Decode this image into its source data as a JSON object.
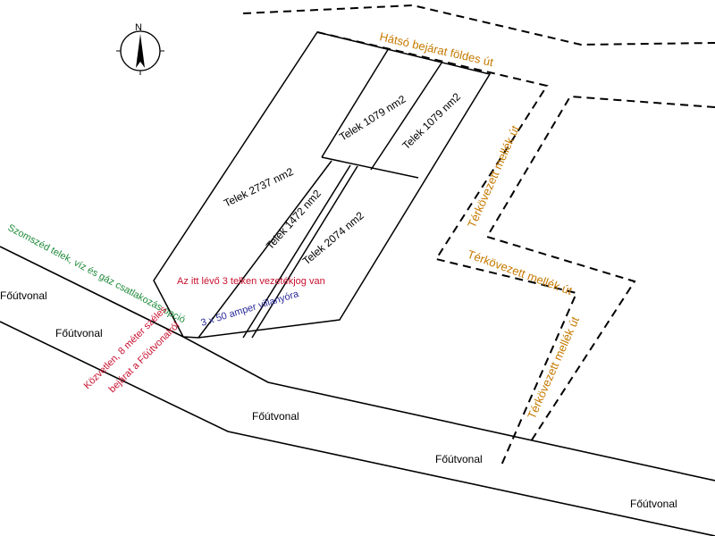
{
  "compass": {
    "north_letter": "N"
  },
  "roads": {
    "main": [
      "Főútvonal",
      "Főútvonal",
      "Főútvonal",
      "Főútvonal",
      "Főútvonal"
    ],
    "back_entrance": "Hátsó bejárat földes út",
    "side_roads": [
      "Térkövezett mellék út",
      "Térkövezett mellék út",
      "Térkövezett mellék út"
    ]
  },
  "plots": [
    {
      "label": "Telek 2737 nm2"
    },
    {
      "label": "Telek 1079 nm2"
    },
    {
      "label": "Telek 1079 nm2"
    },
    {
      "label": "Telek 1472 nm2"
    },
    {
      "label": "Telek 2074 nm2"
    }
  ],
  "annotations": {
    "neighbour": "Szomszéd telek, víz és gáz csatlakozás opció",
    "easement": "Az itt lévő 3 telken vezetékjog van",
    "power": "3 x 50 amper villanyóra",
    "entrance_line1": "Közvetlen, 8 méter széles",
    "entrance_line2": "bejárat a Főútvonalról"
  },
  "colors": {
    "lines": "#000000",
    "side_road_text": "#c57a00",
    "neighbour_text": "#1f8a3a",
    "easement_text": "#c8102e",
    "power_text": "#2a2a9a"
  }
}
